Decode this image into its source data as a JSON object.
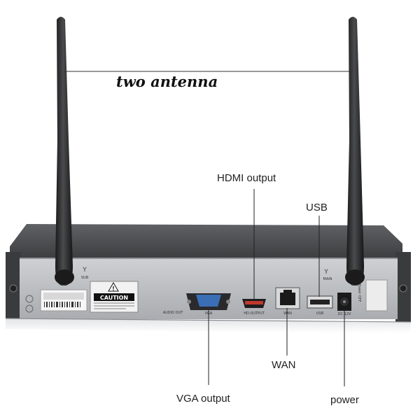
{
  "annotations": {
    "antenna": "two antenna",
    "hdmi": "HDMI output",
    "usb": "USB",
    "wan": "WAN",
    "vga": "VGA output",
    "power": "power"
  },
  "panel_labels": {
    "caution": "CAUTION",
    "audio_out": "AUDIO OUT",
    "vga": "VGA",
    "hd_output": "HD OUTPUT",
    "wan": "WAN",
    "usb": "USB",
    "dc12v": "DC 12V",
    "power_off": "Power OFF",
    "ant_left": "SUB",
    "ant_right": "MAIN"
  },
  "colors": {
    "chassis_top": "#4d4d4f",
    "back_panel": "#b9bcc0",
    "hdmi_port": "#c0392b",
    "vga_port": "#3a6fb5"
  }
}
